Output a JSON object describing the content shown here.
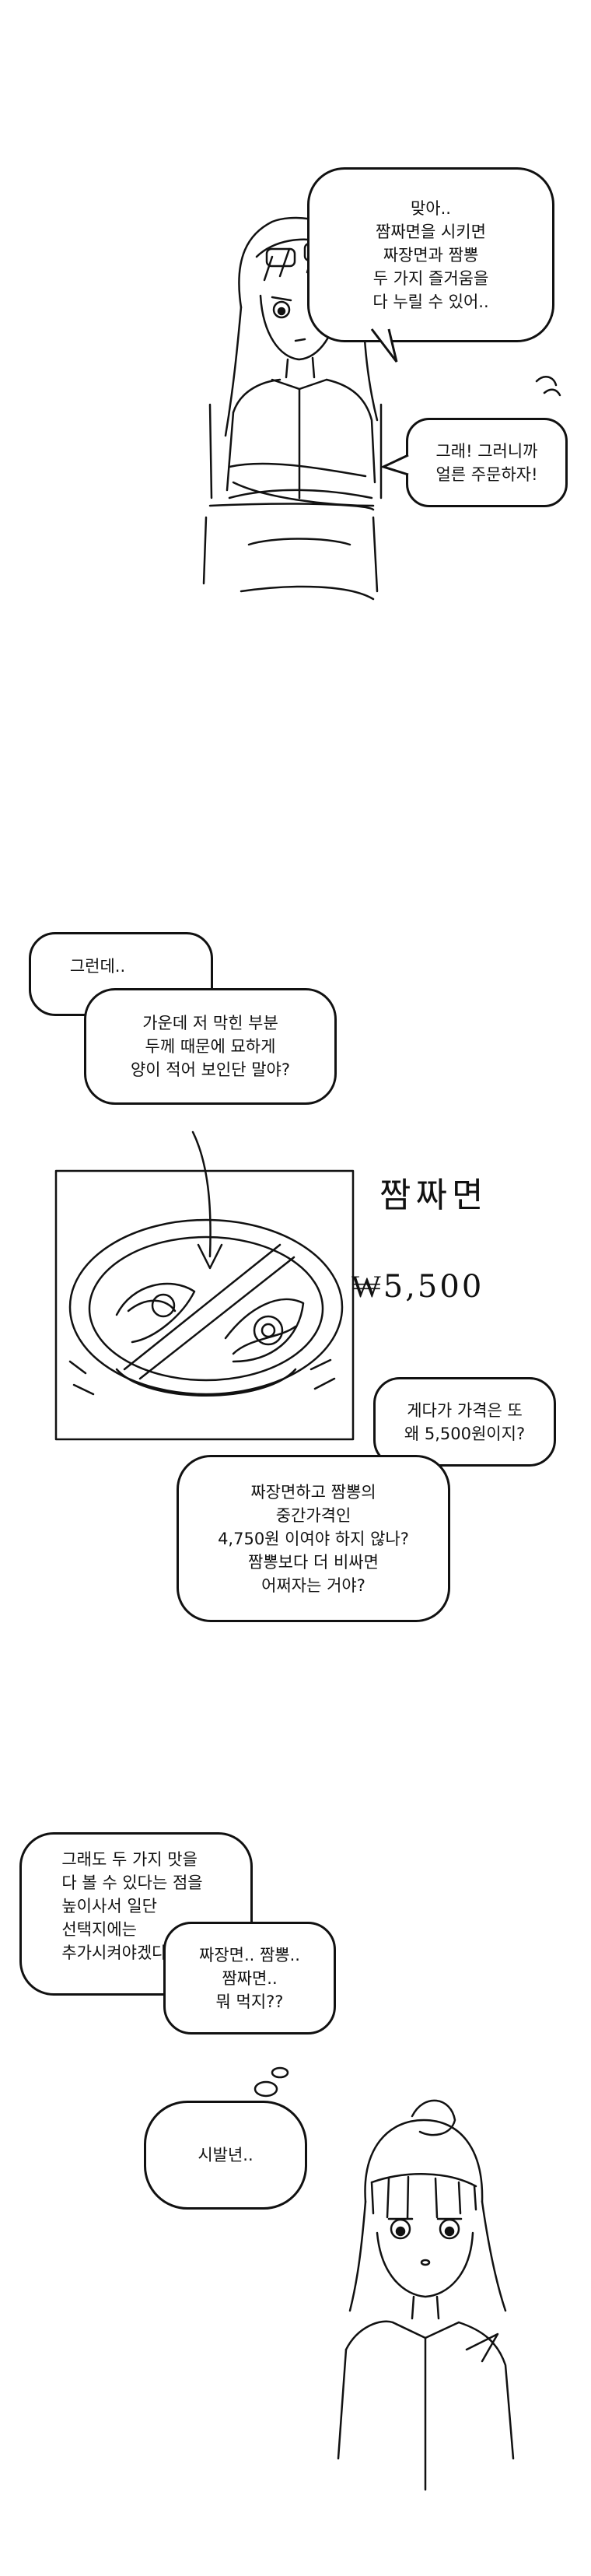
{
  "panel1": {
    "bubble_talk": "맞아..\n짬짜면을 시키면\n짜장면과 짬뽕\n두 가지 즐거움을\n다 누릴 수 있어..",
    "bubble_reply": "그래! 그러니까\n얼른 주문하자!"
  },
  "panel2": {
    "bubble_then": "그런데..",
    "bubble_question": "가운데 저 막힌 부분\n두께 때문에 묘하게\n양이 적어 보인단 말야?",
    "menu_name": "짬짜면",
    "menu_price": "₩5,500",
    "bubble_price": "게다가 가격은 또\n왜 5,500원이지?",
    "bubble_reason": "짜장면하고 짬뽕의\n중간가격인\n4,750원 이여야 하지 않나?\n짬뽕보다 더 비싸면\n어쩌자는 거야?"
  },
  "panel3": {
    "bubble_decide": "그래도 두 가지 맛을\n다 볼 수 있다는 점을\n높이사서 일단\n선택지에는\n추가시켜야겠다.",
    "bubble_choose": "짜장면.. 짬뽕..\n짬짜면..\n뭐 먹지??",
    "bubble_curse": "시발년.."
  },
  "colors": {
    "ink": "#111111",
    "paper": "#ffffff"
  }
}
